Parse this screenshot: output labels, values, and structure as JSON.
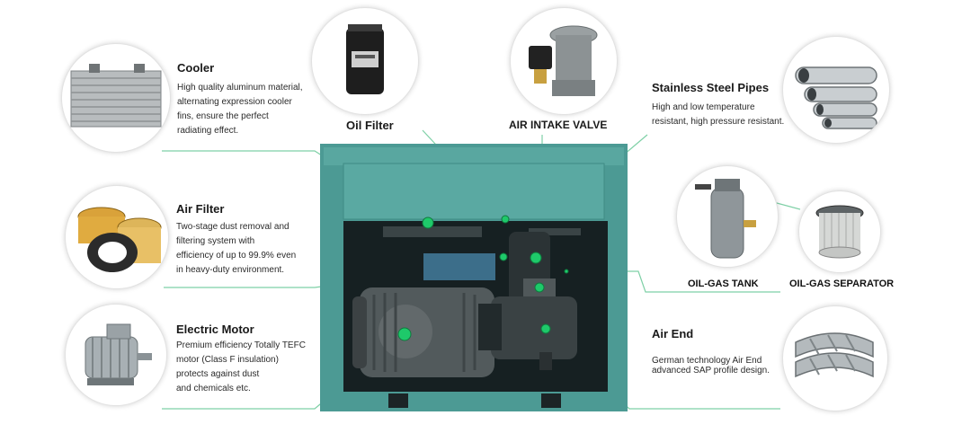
{
  "components": {
    "cooler": {
      "title": "Cooler",
      "desc": "High quality aluminum material,\nalternating expression cooler\nfins, ensure the perfect\nradiating effect."
    },
    "air_filter": {
      "title": "Air Filter",
      "desc": "Two-stage dust removal and\nfiltering system with\nefficiency of up to 99.9% even\nin heavy-duty environment."
    },
    "electric_motor": {
      "title": "Electric Motor",
      "desc": "Premium efficiency Totally TEFC\nmotor (Class F  insulation)\nprotects against dust\nand chemicals etc."
    },
    "oil_filter": {
      "title": "Oil Filter"
    },
    "air_intake_valve": {
      "title": "AIR INTAKE VALVE"
    },
    "stainless_pipes": {
      "title": "Stainless Steel Pipes",
      "desc": "High and low temperature\nresistant, high pressure resistant."
    },
    "oil_gas_tank": {
      "title": "OIL-GAS TANK"
    },
    "oil_gas_separator": {
      "title": "OIL-GAS SEPARATOR"
    },
    "air_end": {
      "title": "Air End",
      "desc": "German technology Air End\nadvanced SAP profile design."
    }
  },
  "colors": {
    "cabinet": "#4c9a94",
    "callout_line": "#7ed0a6",
    "marker": "#1ec96a"
  },
  "icons": [
    "cooler-icon",
    "air-filter-icon",
    "electric-motor-icon",
    "oil-filter-icon",
    "air-intake-valve-icon",
    "steel-pipes-icon",
    "oil-gas-tank-icon",
    "separator-icon",
    "air-end-icon"
  ]
}
